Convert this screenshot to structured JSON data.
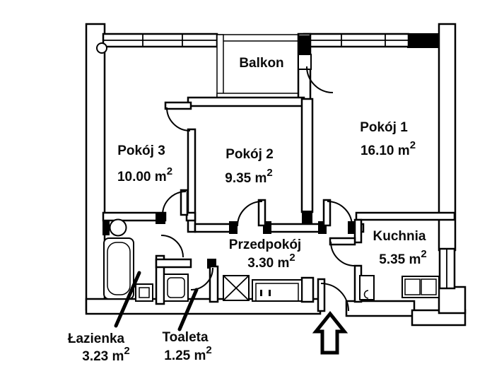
{
  "plan": {
    "balcony": {
      "label": "Balkon"
    },
    "room1": {
      "name": "Pokój 1",
      "area": "16.10 m",
      "area_sup": "2"
    },
    "room2": {
      "name": "Pokój 2",
      "area": "9.35 m",
      "area_sup": "2"
    },
    "room3": {
      "name": "Pokój 3",
      "area": "10.00 m",
      "area_sup": "2"
    },
    "hallway": {
      "name": "Przedpokój",
      "area": "3.30 m",
      "area_sup": "2"
    },
    "kitchen": {
      "name": "Kuchnia",
      "area": "5.35 m",
      "area_sup": "2"
    },
    "bathroom": {
      "name": "Łazienka",
      "area": "3.23 m",
      "area_sup": "2"
    },
    "toilet": {
      "name": "Toaleta",
      "area": "1.25 m",
      "area_sup": "2"
    }
  }
}
